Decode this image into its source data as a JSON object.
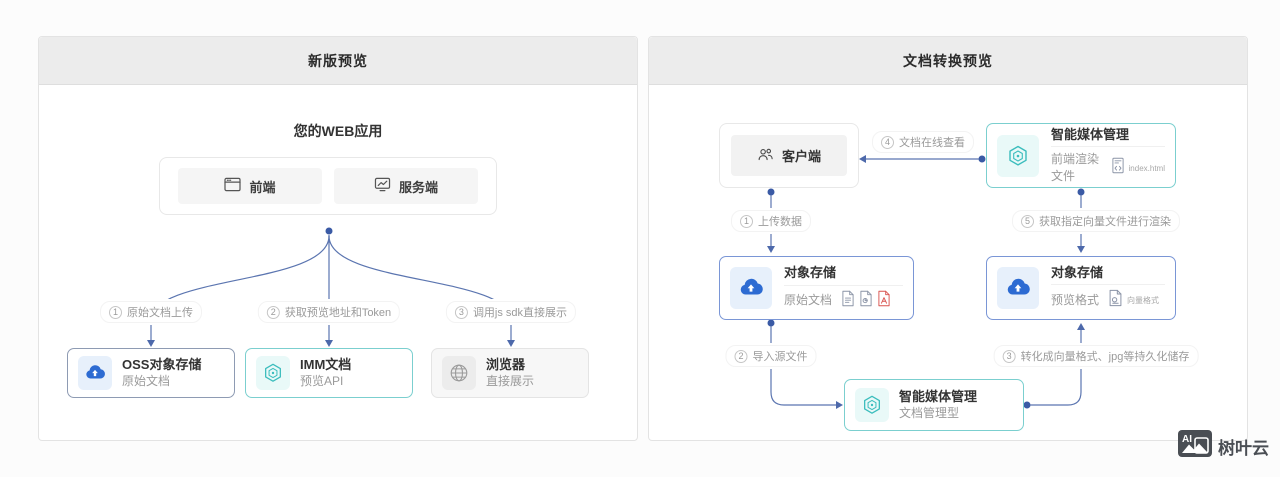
{
  "left_panel": {
    "title": "新版预览",
    "app_heading": "您的WEB应用",
    "app_nodes": [
      {
        "label": "前端",
        "icon": "browser-window-icon"
      },
      {
        "label": "服务端",
        "icon": "server-monitor-icon"
      }
    ],
    "steps": [
      {
        "num": "1",
        "label": "原始文档上传"
      },
      {
        "num": "2",
        "label": "获取预览地址和Token"
      },
      {
        "num": "3",
        "label": "调用js sdk直接展示"
      }
    ],
    "targets": [
      {
        "title": "OSS对象存储",
        "subtitle": "原始文档",
        "icon": "oss-cloud-icon"
      },
      {
        "title": "IMM文档",
        "subtitle": "预览API",
        "icon": "imm-hexagon-icon"
      },
      {
        "title": "浏览器",
        "subtitle": "直接展示",
        "icon": "globe-icon"
      }
    ]
  },
  "right_panel": {
    "title": "文档转换预览",
    "client": {
      "label": "客户端",
      "icon": "people-icon"
    },
    "imm_top": {
      "title": "智能媒体管理",
      "subtitle": "前端渲染文件",
      "file_label": "index.html",
      "icon": "imm-hexagon-icon"
    },
    "oss_left": {
      "title": "对象存储",
      "subtitle": "原始文档",
      "icon": "oss-cloud-icon"
    },
    "oss_right": {
      "title": "对象存储",
      "subtitle": "预览格式",
      "file_label": "向量格式",
      "icon": "oss-cloud-icon"
    },
    "imm_bottom": {
      "title": "智能媒体管理",
      "subtitle": "文档管理型",
      "icon": "imm-hexagon-icon"
    },
    "steps": [
      {
        "num": "1",
        "label": "上传数据"
      },
      {
        "num": "2",
        "label": "导入源文件"
      },
      {
        "num": "3",
        "label": "转化成向量格式、jpg等持久化储存"
      },
      {
        "num": "4",
        "label": "文档在线查看"
      },
      {
        "num": "5",
        "label": "获取指定向量文件进行渲染"
      }
    ]
  },
  "watermark": {
    "logo_text": "AI",
    "brand_name": "树叶云"
  },
  "colors": {
    "accent_blue": "#2d6bd2",
    "accent_teal": "#3bbdbd",
    "wire_blue": "#5b75b0",
    "pdf_red": "#d9534f",
    "header_bg": "#ececec"
  }
}
